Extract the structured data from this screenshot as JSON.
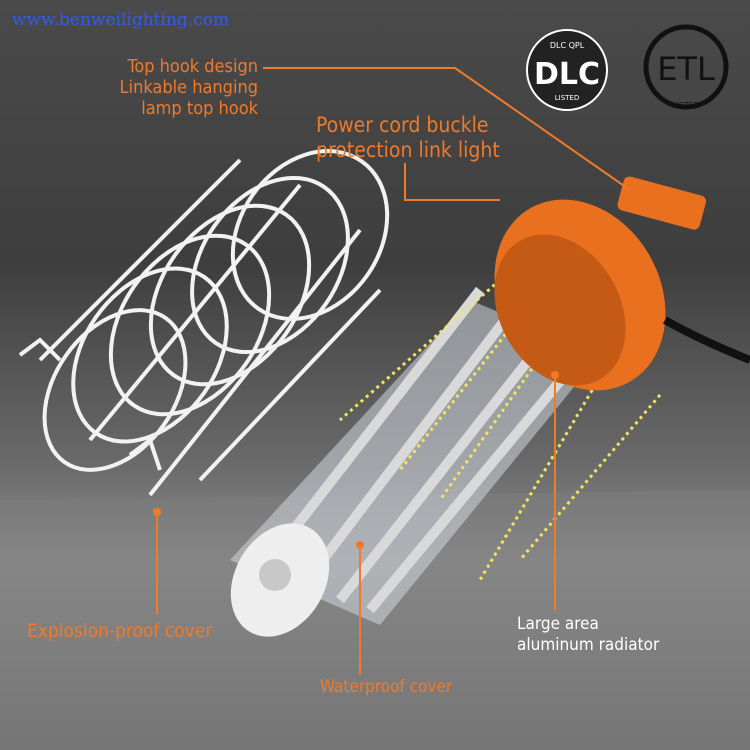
{
  "website": "www.benweilighting.com",
  "logos": {
    "dlc": {
      "ring_text": "DLC QPL",
      "main": "DLC",
      "bottom": "LISTED"
    },
    "etl": {
      "main": "ETL",
      "bottom": "LISTED"
    }
  },
  "callouts": {
    "top_hook": [
      "Top hook design",
      "Linkable hanging",
      "lamp top hook"
    ],
    "power_cord": [
      "Power cord buckle",
      "protection link light"
    ],
    "explosion_proof": "Explosion-proof cover",
    "waterproof": "Waterproof cover",
    "radiator": [
      "Large area",
      "aluminum radiator"
    ]
  },
  "colors": {
    "accent": "#f07a2a",
    "lamp_orange": "#e8701f",
    "site_blue": "#2f5cf0"
  }
}
